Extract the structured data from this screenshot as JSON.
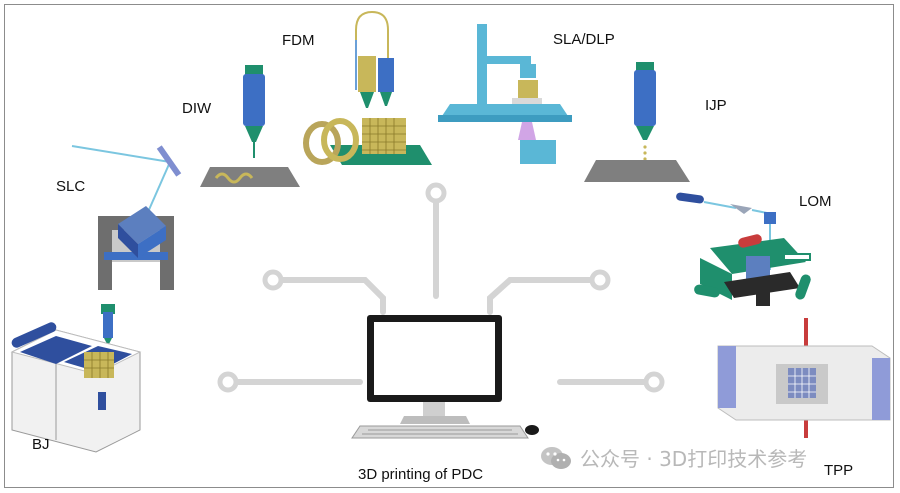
{
  "labels": {
    "slc": "SLC",
    "diw": "DIW",
    "fdm": "FDM",
    "sla_dlp": "SLA/DLP",
    "ijp": "IJP",
    "lom": "LOM",
    "bj": "BJ",
    "tpp": "TPP"
  },
  "caption": "3D printing of PDC",
  "watermark": {
    "text": "公众号 · 3D打印技术参考",
    "icon": "wechat-icon"
  },
  "colors": {
    "blue_dark": "#2f4f9e",
    "blue_mid": "#3d6fc4",
    "cyan": "#5ab7d6",
    "green": "#1f8f6d",
    "gold": "#c8b75a",
    "grey_plate": "#7f7f7f",
    "circuit": "#d6d6d6"
  }
}
